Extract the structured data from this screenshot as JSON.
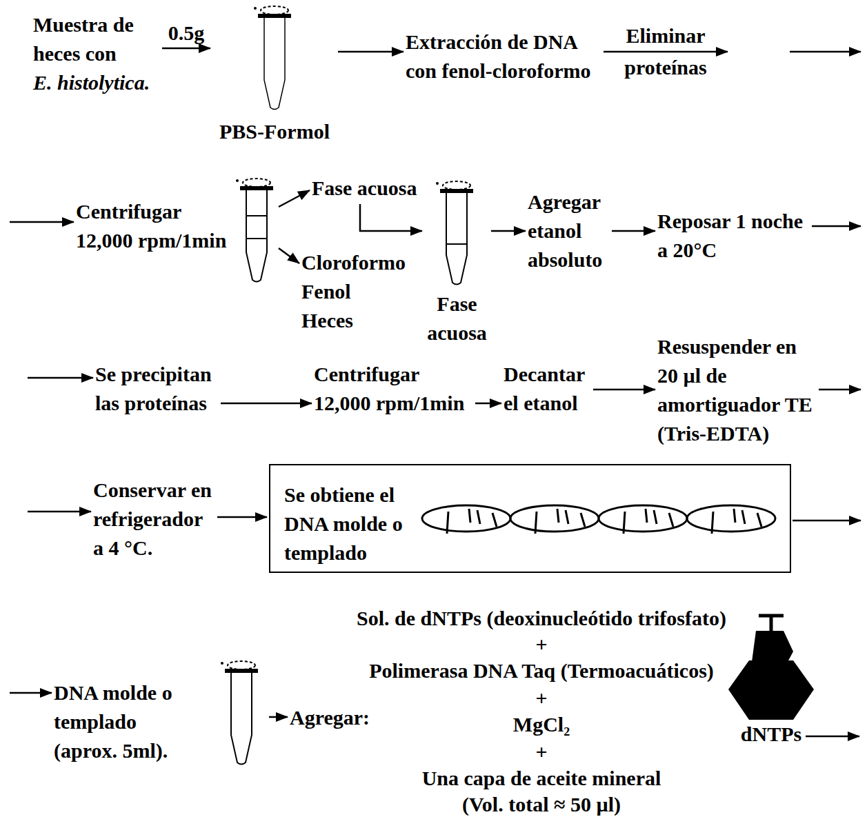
{
  "diagram": {
    "nodes": [
      {
        "text": [
          "Muestra de heces con",
          "E. histolytica."
        ]
      },
      {
        "text": [
          "PBS-Formol"
        ]
      },
      {
        "text": [
          "Extracción de DNA con fenol-cloroformo"
        ]
      },
      {
        "text": [
          "Centrifugar 12,000 rpm/1min"
        ]
      },
      {
        "text": [
          "Fase acuosa"
        ]
      },
      {
        "text": [
          "Cloroformo Fenol Heces"
        ]
      },
      {
        "text": [
          "Fase acuosa"
        ]
      },
      {
        "text": [
          "Agregar etanol absoluto"
        ]
      },
      {
        "text": [
          "Reposar 1 noche a 20°C"
        ]
      },
      {
        "text": [
          "Se precipitan las proteínas"
        ]
      },
      {
        "text": [
          "Centrifugar 12,000 rpm/1min"
        ]
      },
      {
        "text": [
          "Decantar el etanol"
        ]
      },
      {
        "text": [
          "Resuspender en 20 µl de amortiguador TE (Tris-EDTA)"
        ]
      },
      {
        "text": [
          "Conservar en refrigerador a 4 °C."
        ]
      },
      {
        "text": [
          "Se obtiene el DNA molde o templado"
        ]
      },
      {
        "text": [
          "DNA molde o templado (aprox. 5ml)."
        ]
      },
      {
        "text": [
          "Agregar:"
        ]
      }
    ],
    "edges": [
      {
        "from": 0,
        "to": 1,
        "label": "0.5g",
        "arrow": "to"
      },
      {
        "from": 1,
        "to": 2,
        "arrow": "to"
      },
      {
        "from": 2,
        "to": 3,
        "label": "Eliminar proteínas",
        "arrow": "to"
      },
      {
        "from": 3,
        "to": 4,
        "arrow": "to"
      },
      {
        "from": 3,
        "to": 5,
        "arrow": "to"
      },
      {
        "from": 4,
        "to": 6,
        "arrow": "to"
      },
      {
        "from": 6,
        "to": 7,
        "arrow": "to"
      },
      {
        "from": 7,
        "to": 8,
        "arrow": "to"
      },
      {
        "from": 8,
        "to": 9,
        "arrow": "to"
      },
      {
        "from": 9,
        "to": 10,
        "arrow": "to"
      },
      {
        "from": 10,
        "to": 11,
        "arrow": "to"
      },
      {
        "from": 11,
        "to": 12,
        "arrow": "to"
      },
      {
        "from": 12,
        "to": 13,
        "arrow": "to"
      },
      {
        "from": 13,
        "to": 14,
        "arrow": "to"
      },
      {
        "from": 14,
        "to": 15,
        "arrow": "to"
      },
      {
        "from": 15,
        "to": 16,
        "arrow": "to"
      }
    ],
    "labels": [
      "Sol. de dNTPs (deoxinucleótido trifosfato)",
      "+",
      "Polimerasa DNA Taq (Termoacuáticos)",
      "+",
      "MgCl₂",
      "+",
      "Una capa de aceite mineral",
      "(Vol. total ≈ 50 µl)",
      "dNTPs"
    ]
  }
}
